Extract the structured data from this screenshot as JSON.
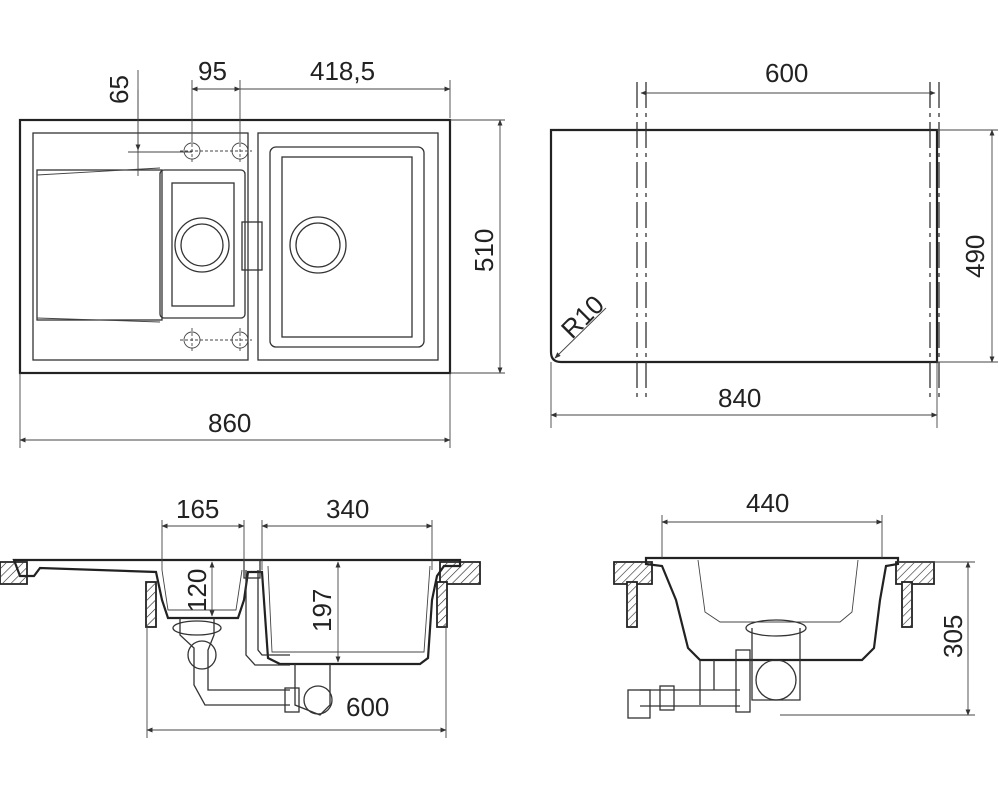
{
  "dimensions": {
    "top_view": {
      "hole_offset": "65",
      "hole_spacing": "95",
      "bowl_offset": "418,5",
      "height": "510",
      "width": "860"
    },
    "cutout": {
      "width": "600",
      "height": "490",
      "length": "840",
      "radius": "R10"
    },
    "front_section": {
      "small_bowl_width": "165",
      "main_bowl_width": "340",
      "small_bowl_depth": "120",
      "main_bowl_depth": "197",
      "cabinet_width": "600"
    },
    "side_section": {
      "bowl_width": "440",
      "total_depth": "305"
    }
  },
  "colors": {
    "line": "#333333",
    "background": "#ffffff"
  }
}
